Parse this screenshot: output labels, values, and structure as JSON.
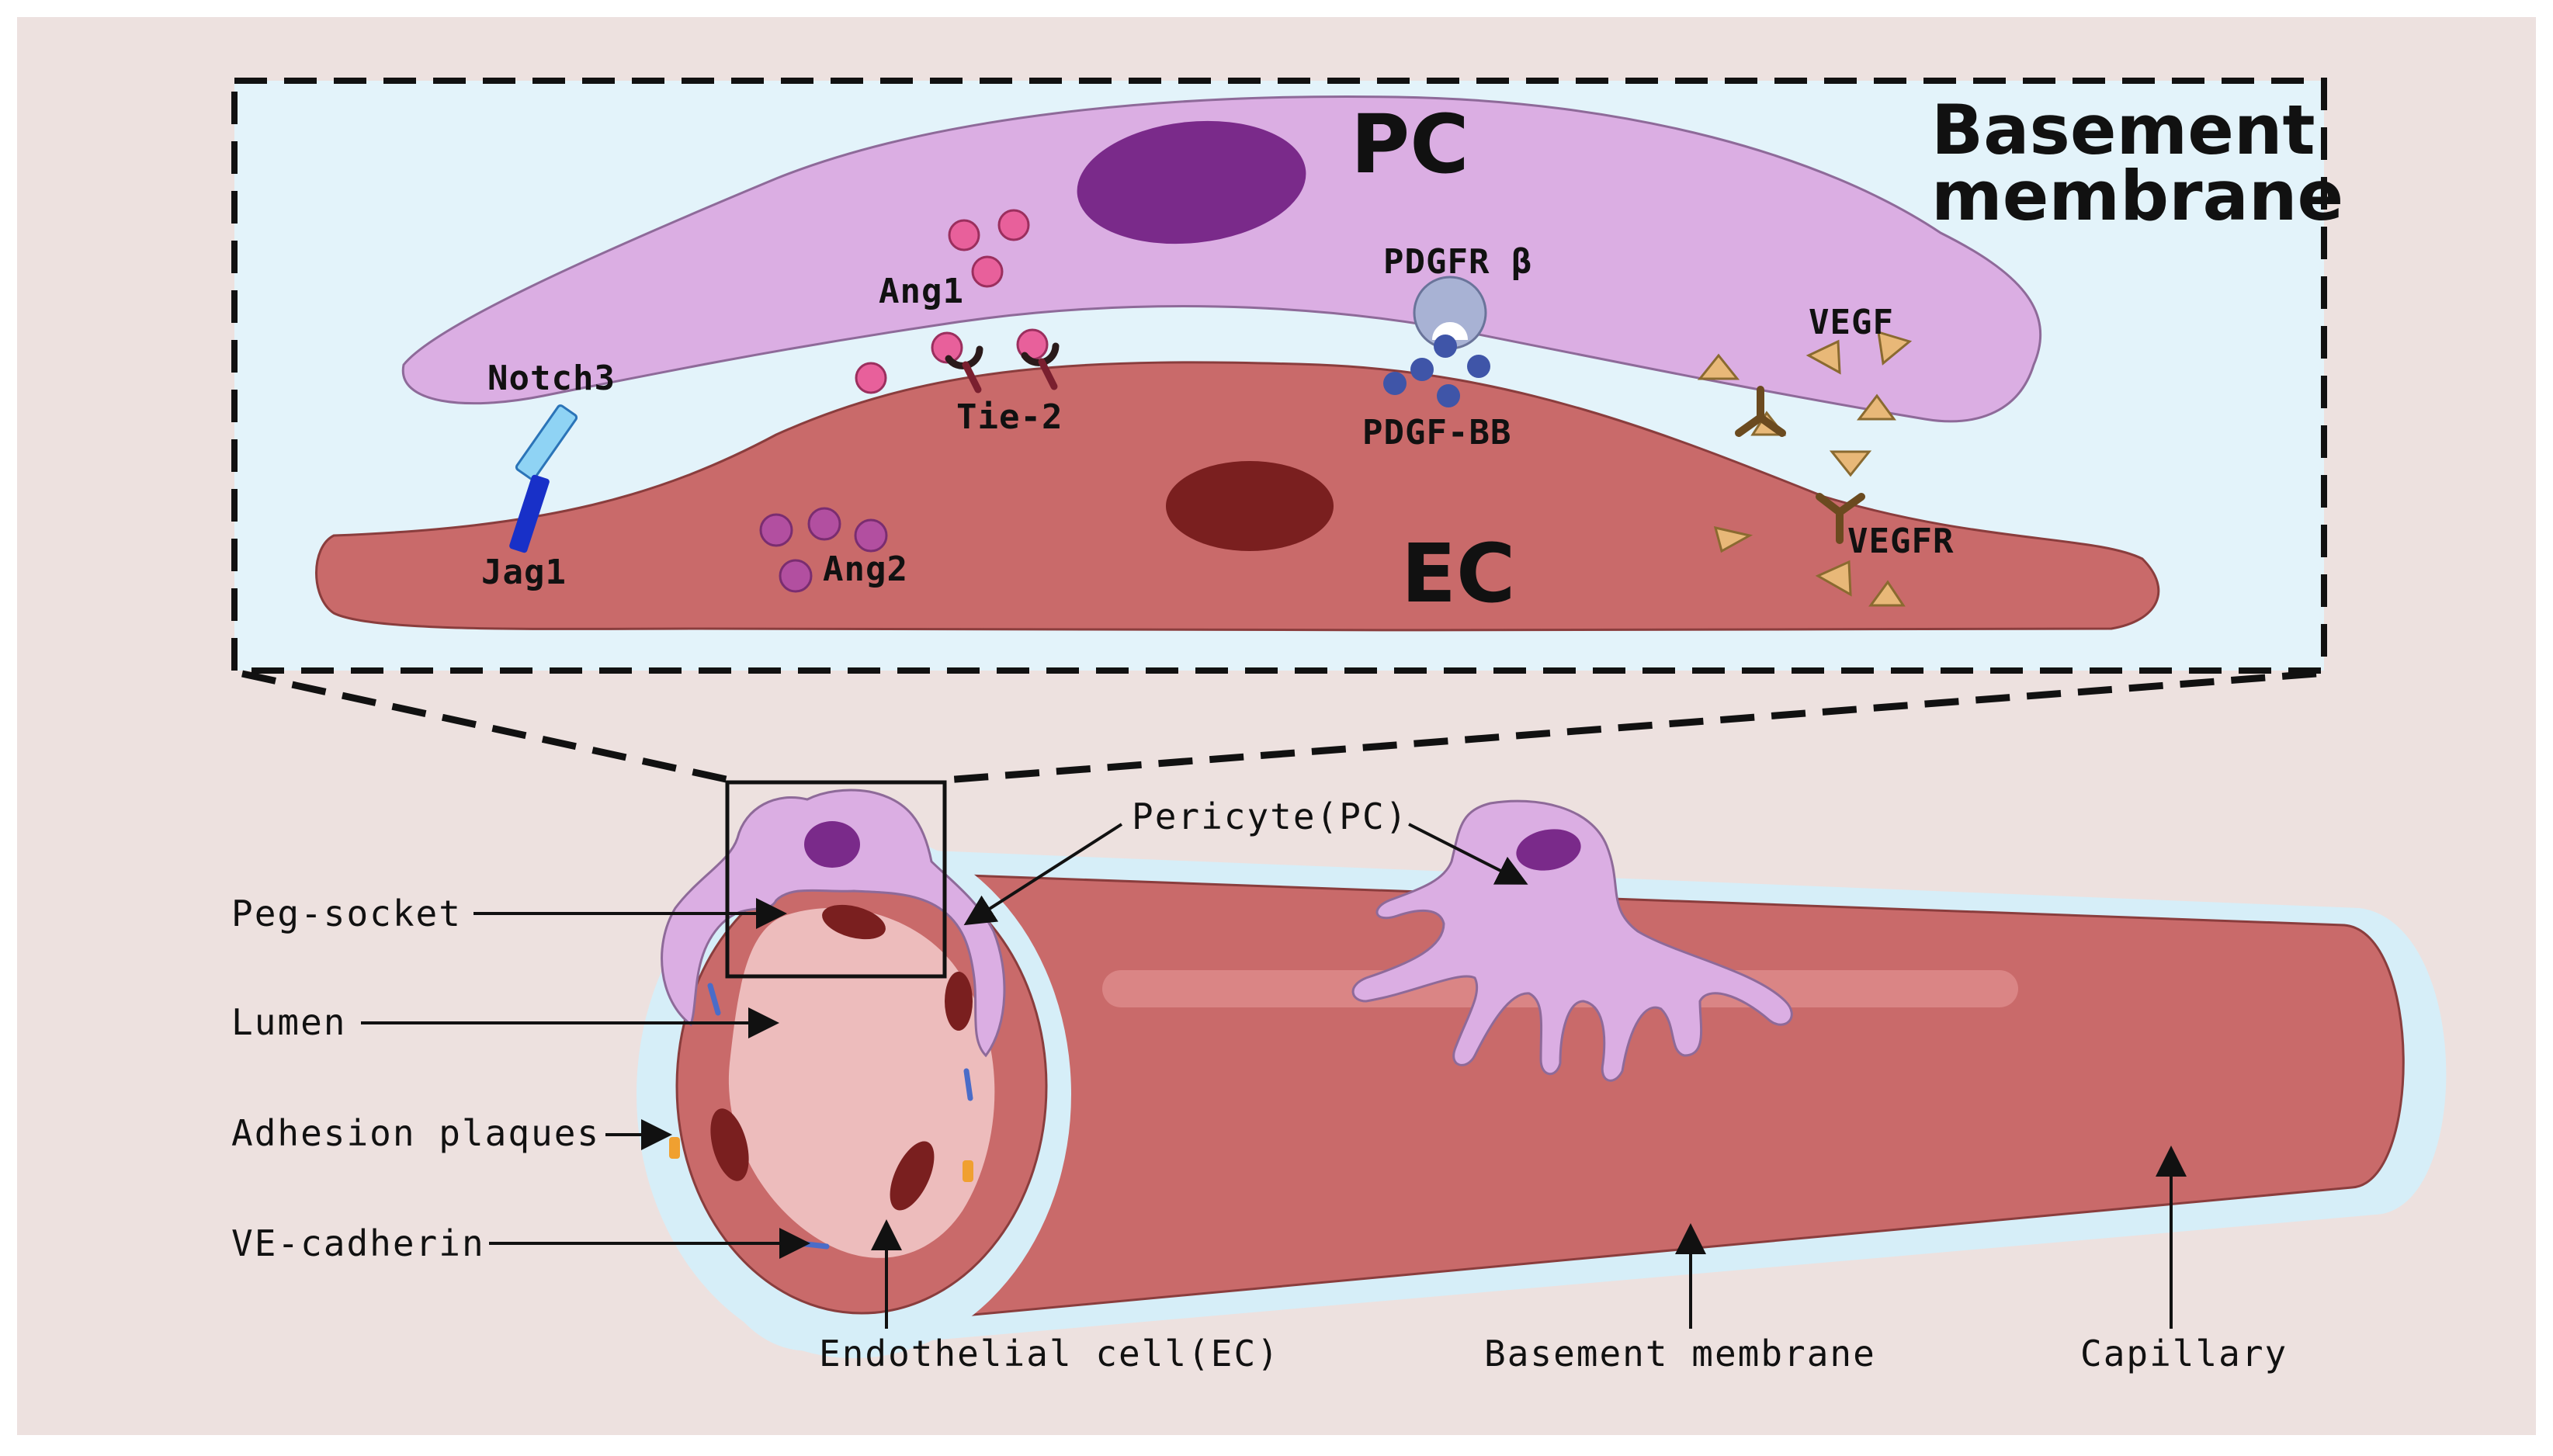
{
  "inset": {
    "pc_label": "PC",
    "ec_label": "EC",
    "basement_title_line1": "Basement",
    "basement_title_line2": "membrane",
    "molecules": {
      "notch3": "Notch3",
      "jag1": "Jag1",
      "ang1": "Ang1",
      "ang2": "Ang2",
      "tie2": "Tie-2",
      "pdgfr": "PDGFR β",
      "pdgfbb": "PDGF-BB",
      "vegf": "VEGF",
      "vegfr": "VEGFR"
    }
  },
  "callouts": {
    "peg_socket": "Peg-socket",
    "lumen": "Lumen",
    "adhesion_plaques": "Adhesion plaques",
    "ve_cadherin": "VE-cadherin",
    "pericyte": "Pericyte(PC)",
    "endothelial_cell": "Endothelial cell(EC)",
    "basement_membrane": "Basement membrane",
    "capillary": "Capillary"
  },
  "colors": {
    "background": "#ede1df",
    "inset_fill": "#e3f3fa",
    "pericyte": "#dbaee3",
    "pericyte_nucleus": "#7a2a8a",
    "endothelium": "#c96a6a",
    "ec_nucleus": "#7a1f1f",
    "basement_membrane": "#d6eef8",
    "lumen": "#edbcbc",
    "ang1": "#e8609b",
    "ang2": "#b24fa0",
    "pdgf": "#3f55a8",
    "vegf": "#e8b878",
    "receptor": "#6b4a1f",
    "notch": "#8fd3f4",
    "jag": "#1830c8",
    "adhesion": "#f0a030"
  }
}
